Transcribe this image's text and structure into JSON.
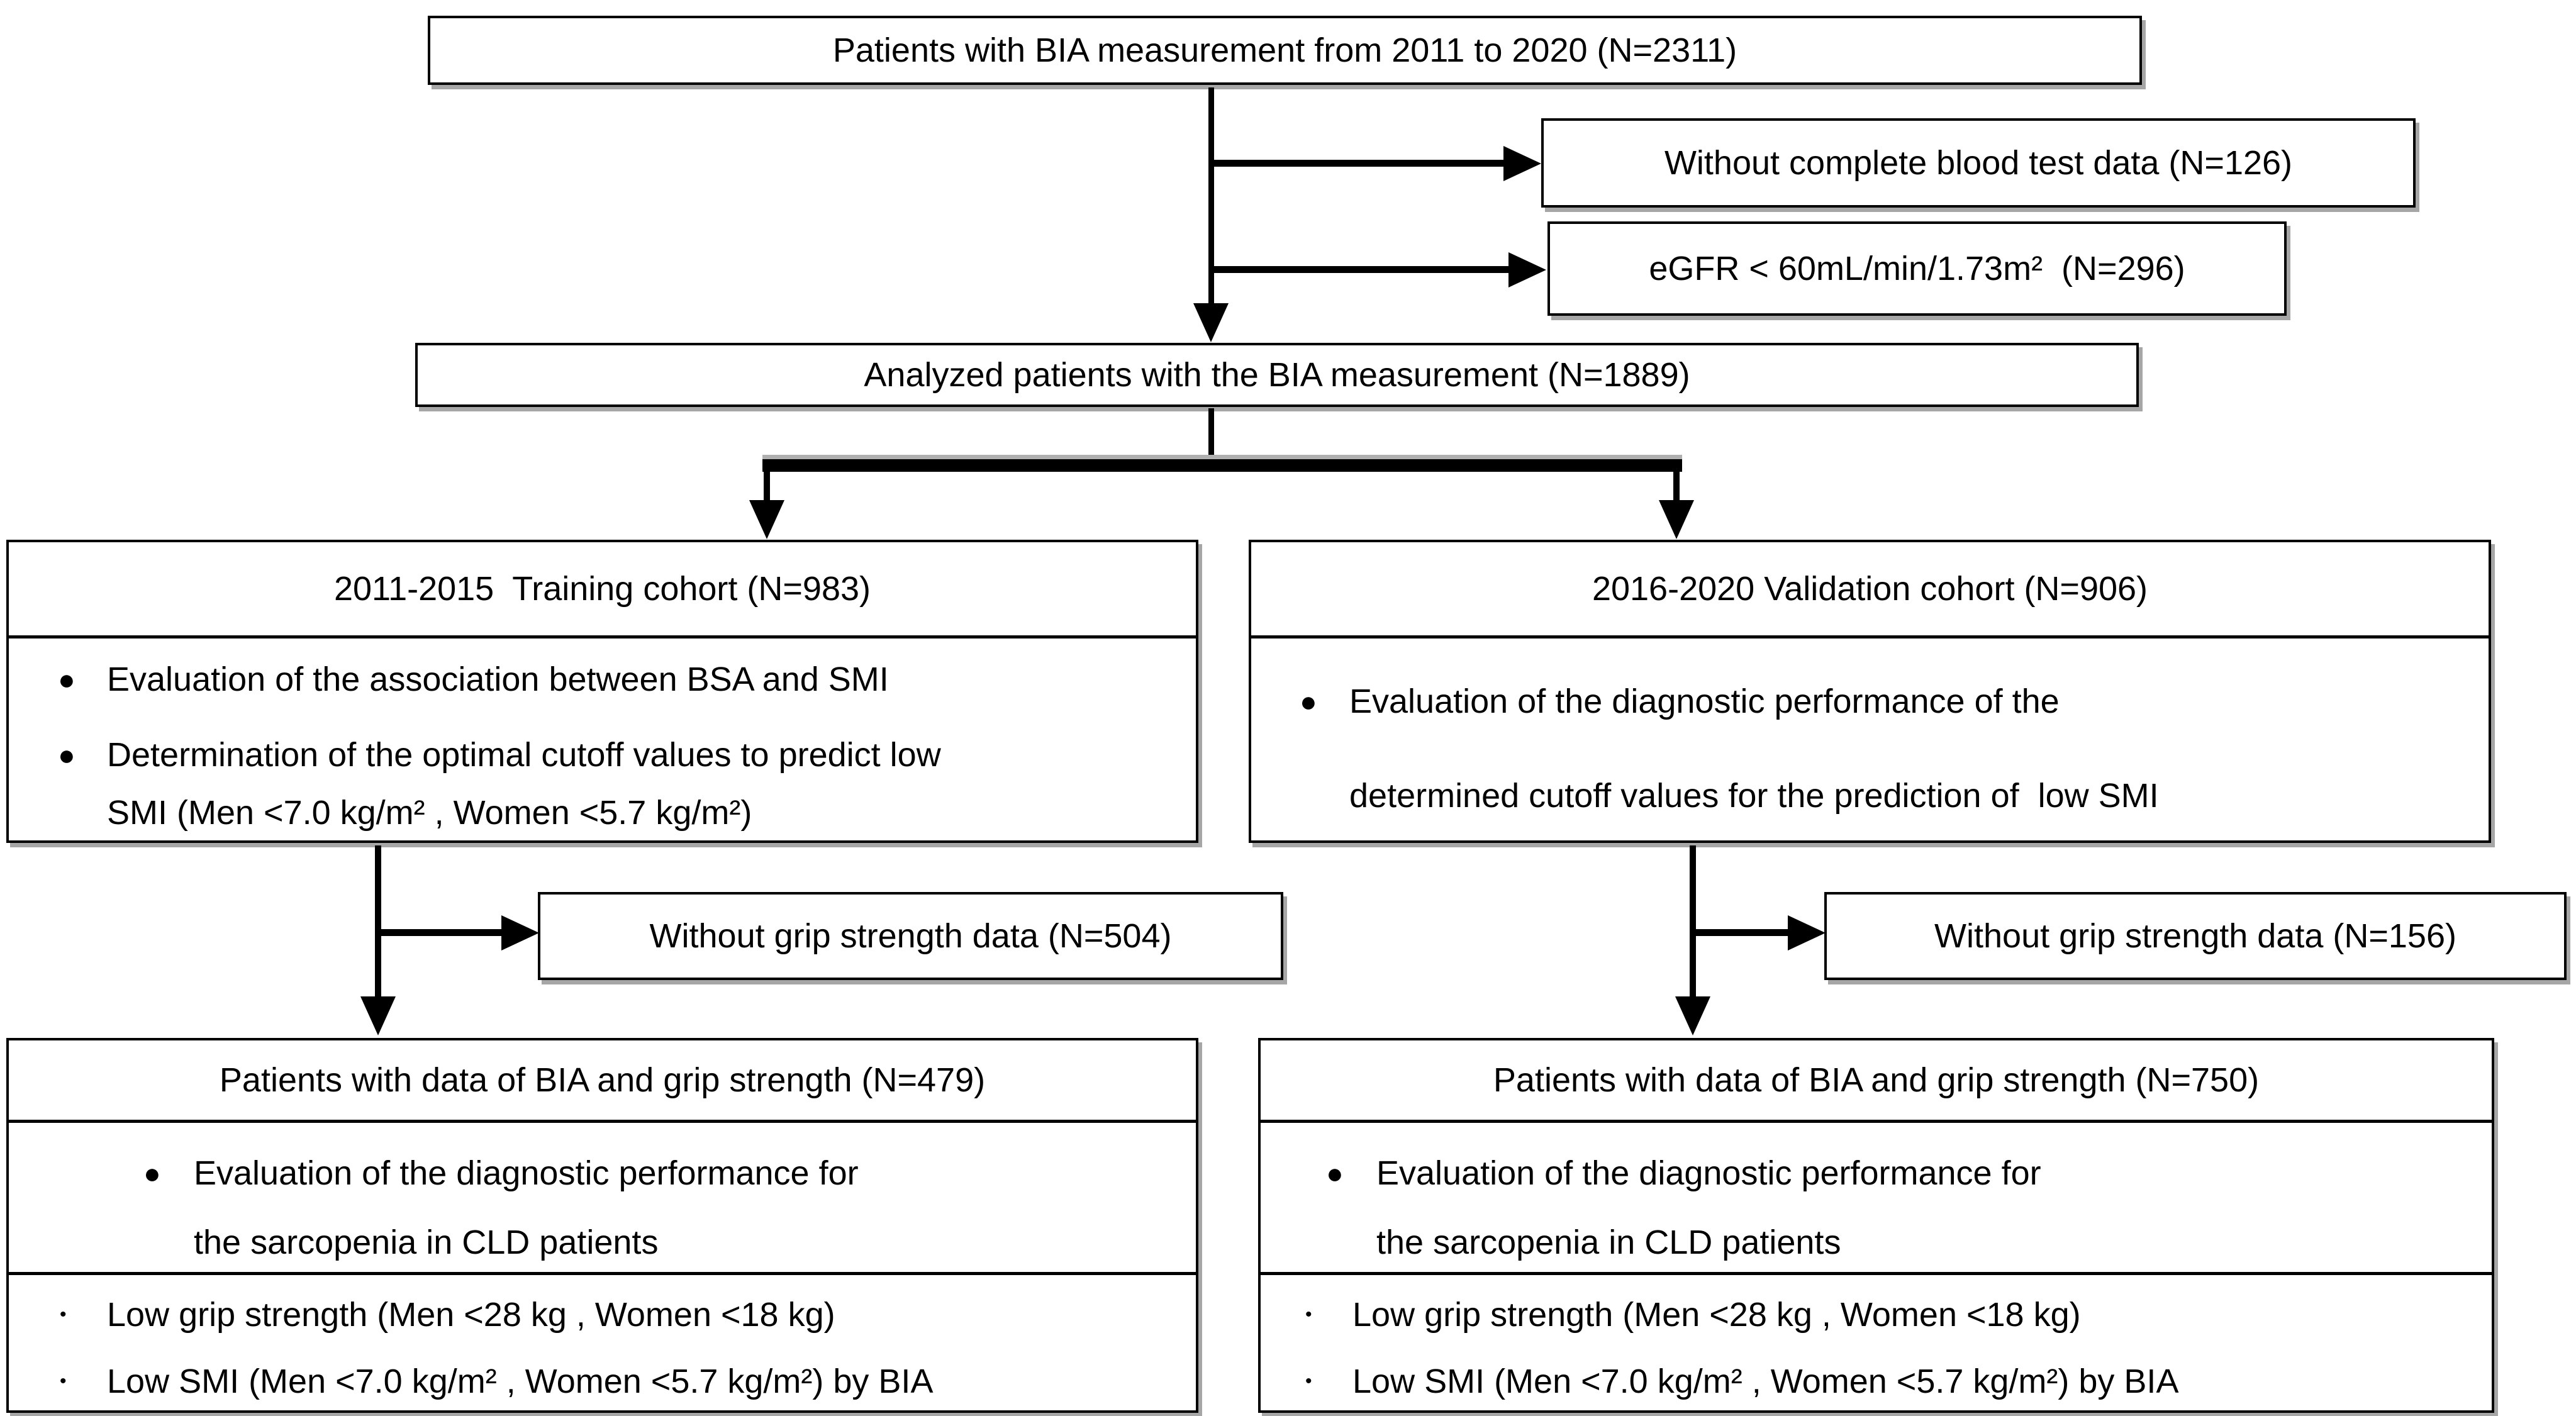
{
  "icons": {
    "bullet_large": "●",
    "bullet_small": "•"
  },
  "colors": {
    "line": "#000000",
    "shadow": "#a6a6a6",
    "background": "#ffffff"
  },
  "top_box": {
    "label": "Patients with BIA measurement from 2011 to 2020 (N=2311)"
  },
  "exclusions_top": [
    {
      "label": "Without complete blood test data (N=126)"
    },
    {
      "label": "eGFR < 60mL/min/1.73m²  (N=296)"
    }
  ],
  "analyzed_box": {
    "label": "Analyzed patients with the BIA measurement (N=1889)"
  },
  "training_cohort": {
    "title": "2011-2015  Training cohort (N=983)",
    "bullet1": "Evaluation of the association between BSA and SMI",
    "bullet2_line1": "Determination of the optimal cutoff values to predict low",
    "bullet2_line2": "SMI (Men <7.0 kg/m² , Women <5.7 kg/m²)"
  },
  "validation_cohort": {
    "title": "2016-2020 Validation cohort (N=906)",
    "bullet1_line1": "Evaluation of the diagnostic performance of the",
    "bullet1_line2": "determined cutoff values for the prediction of  low SMI"
  },
  "grip_exclusion_left": {
    "label": "Without grip strength data (N=504)"
  },
  "grip_exclusion_right": {
    "label": "Without grip strength data (N=156)"
  },
  "final_left": {
    "title": "Patients with data of BIA and grip strength (N=479)",
    "bullet1_line1": "Evaluation of the diagnostic performance for",
    "bullet1_line2": "the sarcopenia in CLD patients",
    "criterion1": "Low grip strength (Men <28 kg , Women <18 kg)",
    "criterion2": "Low SMI (Men <7.0 kg/m² , Women <5.7 kg/m²) by BIA"
  },
  "final_right": {
    "title": "Patients with data of BIA and grip strength (N=750)",
    "bullet1_line1": "Evaluation of the diagnostic performance for",
    "bullet1_line2": "the sarcopenia in CLD patients",
    "criterion1": "Low grip strength (Men <28 kg , Women <18 kg)",
    "criterion2": "Low SMI (Men <7.0 kg/m² , Women <5.7 kg/m²) by BIA"
  }
}
